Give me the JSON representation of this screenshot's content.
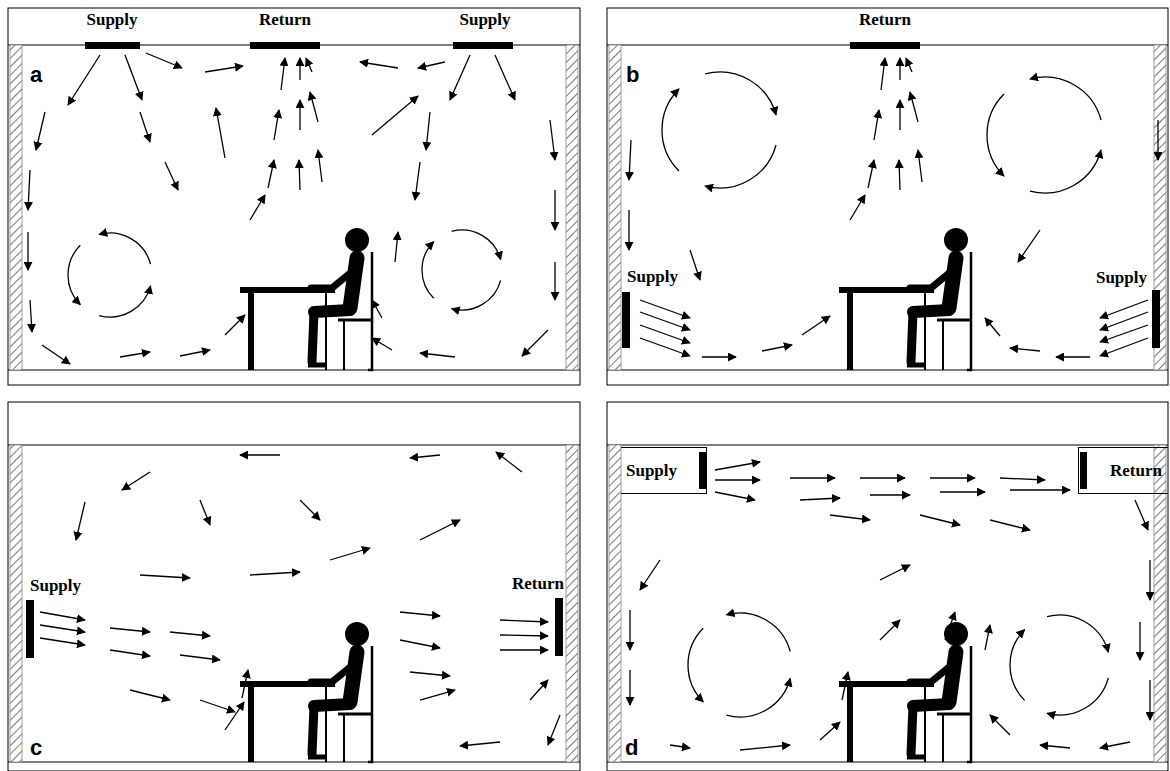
{
  "diagram": {
    "nodes": [
      {
        "text": [
          "Supply"
        ]
      },
      {
        "text": [
          "Return"
        ]
      }
    ],
    "labels": [
      "Supply",
      "Return",
      "Supply",
      "a",
      "Return",
      "b",
      "Supply",
      "Supply",
      "Supply",
      "Return",
      "c",
      "d"
    ]
  }
}
